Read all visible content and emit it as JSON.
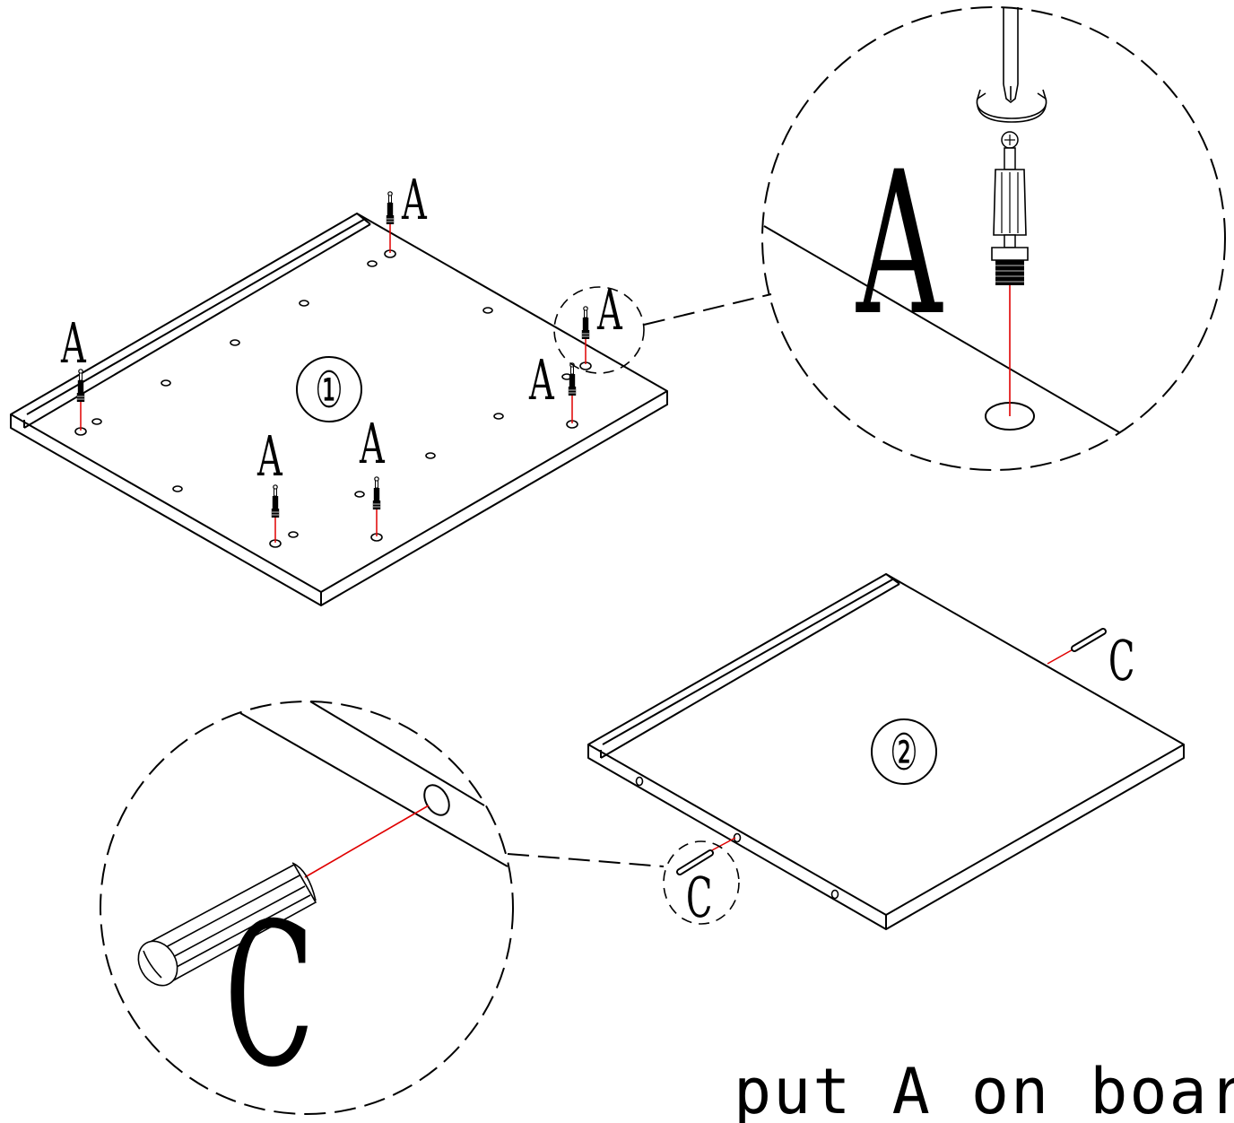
{
  "labels": {
    "part_a": "A",
    "part_c": "C",
    "step_1": "①",
    "step_2": "②"
  },
  "caption": "put A on board",
  "colors": {
    "line": "#000000",
    "guide": "#e00000"
  }
}
